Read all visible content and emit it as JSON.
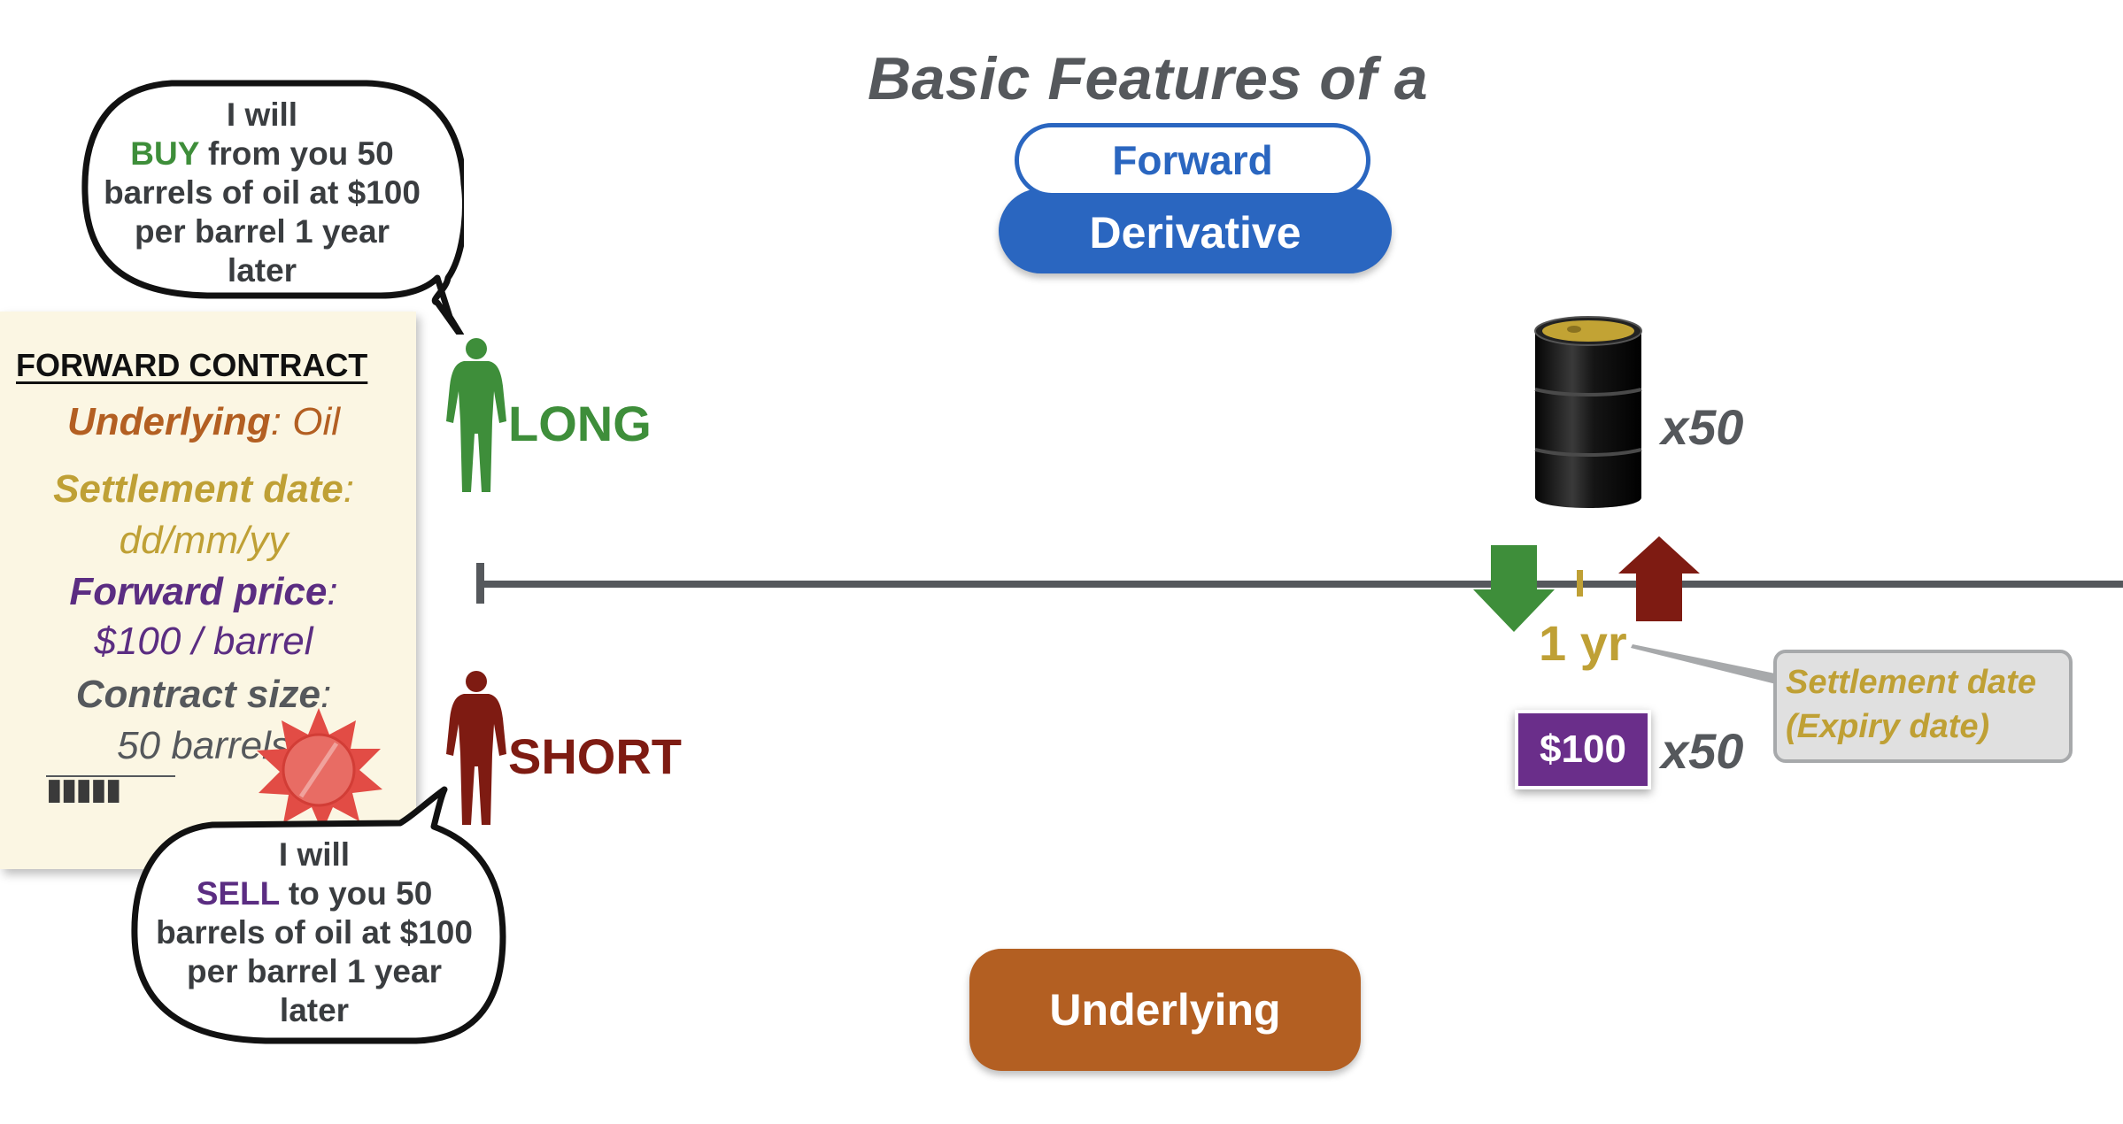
{
  "title": "Basic Features of a",
  "pills": {
    "forward": "Forward",
    "derivative": "Derivative",
    "underlying": "Underlying"
  },
  "long_bubble": {
    "line1": "I will",
    "verb": "BUY",
    "line2_rest": " from you 50",
    "line3": "barrels of oil at $100",
    "line4": "per barrel 1 year",
    "line5": "later"
  },
  "short_bubble": {
    "line1": "I will",
    "verb": "SELL",
    "line2_rest": " to you 50",
    "line3": "barrels of oil at $100",
    "line4": "per barrel 1 year",
    "line5": "later"
  },
  "contract_card": {
    "heading": "FORWARD CONTRACT",
    "underlying_label": "Underlying",
    "underlying_value": ": Oil",
    "settlement_label": "Settlement date",
    "settlement_colon": ":",
    "settlement_value": "dd/mm/yy",
    "price_label": "Forward price",
    "price_colon": ":",
    "price_value": "$100 / barrel",
    "size_label": "Contract size",
    "size_colon": ":",
    "size_value": "50 barrels",
    "dots": "▮▮▮▮▮"
  },
  "parties": {
    "long": "LONG",
    "short": "SHORT"
  },
  "timeline": {
    "tick_label": "1 yr",
    "settlement_callout_line1": "Settlement date",
    "settlement_callout_line2": "(Expiry date)"
  },
  "oil": {
    "quantity": "x50"
  },
  "payment": {
    "price": "$100",
    "quantity": "x50"
  },
  "colors": {
    "long_green": "#3e8e3a",
    "short_red": "#7e1b12",
    "forward_blue": "#2a66c0",
    "underlying_orange": "#b35f22",
    "settlement_gold": "#bfa035",
    "price_purple": "#6a2e8a"
  }
}
